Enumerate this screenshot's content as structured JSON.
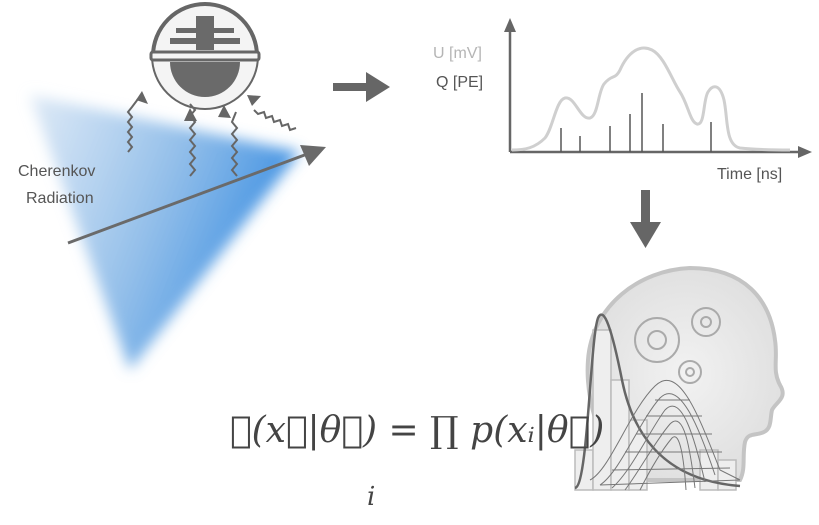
{
  "colors": {
    "cone": "#3d8fdc",
    "arrow_gray": "#666666",
    "curve_light": "#c9c9c9",
    "text_dark": "#555555"
  },
  "icons": {
    "pmt": "photomultiplier-icon",
    "brain": "brain-gears-icon",
    "arrow_right": "arrow-right-icon",
    "arrow_down": "arrow-down-icon"
  },
  "labels": {
    "radiation": "Cherenkov\nRadiation",
    "radiation_line1": "Cherenkov",
    "radiation_line2": "Radiation",
    "u_axis": "U [mV]",
    "q_axis": "Q [PE]",
    "time_axis": "Time [ns]",
    "formula": "ℒ(x⃗|θ⃗) = ∏ p(xᵢ|θ⃗)",
    "formula_index": "i"
  }
}
